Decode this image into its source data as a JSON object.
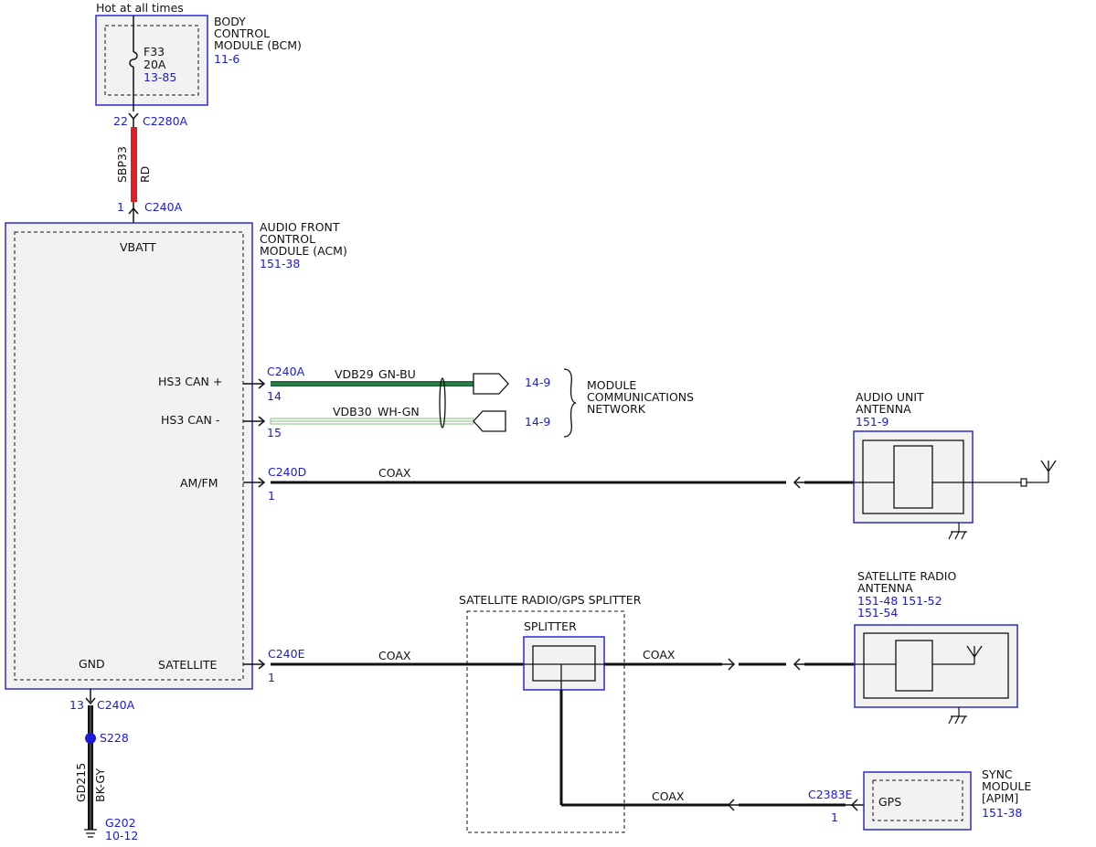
{
  "colors": {
    "ref": "#1a1adb",
    "module_border": "#2a2ad6",
    "module_fill": "#f2f2f2",
    "wire_rd": "#e02020",
    "wire_gn_bu": "#1f6b3a",
    "wire_wh_gn": "#7fbf7f",
    "splice": "#1a1adb"
  },
  "top_label": "Hot at all times",
  "bcm": {
    "name_lines": [
      "BODY",
      "CONTROL",
      "MODULE (BCM)"
    ],
    "ref": "11-6",
    "fuse_name": "F33",
    "fuse_rating": "20A",
    "fuse_ref": "13-85"
  },
  "c2280a": {
    "pin": "22",
    "name": "C2280A"
  },
  "sbp33": {
    "circuit": "SBP33",
    "color": "RD"
  },
  "c240a_top": {
    "pin": "1",
    "name": "C240A"
  },
  "acm": {
    "name_lines": [
      "AUDIO FRONT",
      "CONTROL",
      "MODULE (ACM)"
    ],
    "ref": "151-38",
    "pin_vbatt": "VBATT",
    "pin_hs3p": "HS3 CAN +",
    "pin_hs3m": "HS3 CAN -",
    "pin_amfm": "AM/FM",
    "pin_gnd": "GND",
    "pin_satellite": "SATELLITE"
  },
  "can": {
    "conn_name": "C240A",
    "pin_plus": "14",
    "pin_minus": "15",
    "circuit_plus": "VDB29",
    "color_plus": "GN-BU",
    "circuit_minus": "VDB30",
    "color_minus": "WH-GN",
    "ref_plus": "14-9",
    "ref_minus": "14-9",
    "network_lines": [
      "MODULE",
      "COMMUNICATIONS",
      "NETWORK"
    ]
  },
  "amfm": {
    "conn_name": "C240D",
    "pin": "1",
    "wire": "COAX",
    "antenna_lines": [
      "AUDIO UNIT",
      "ANTENNA"
    ],
    "antenna_ref": "151-9"
  },
  "satellite": {
    "conn_name": "C240E",
    "pin": "1",
    "wire_left": "COAX",
    "wire_right": "COAX",
    "splitter_title": "SATELLITE RADIO/GPS SPLITTER",
    "splitter_name": "SPLITTER",
    "antenna_lines": [
      "SATELLITE RADIO",
      "ANTENNA"
    ],
    "antenna_ref_line1": "151-48 151-52",
    "antenna_ref_line2": "151-54"
  },
  "gps": {
    "wire": "COAX",
    "conn_name": "C2383E",
    "pin": "1",
    "pin_label": "GPS",
    "module_lines": [
      "SYNC",
      "MODULE",
      "[APIM]"
    ],
    "module_ref": "151-38"
  },
  "ground": {
    "pin": "13",
    "conn_name": "C240A",
    "splice": "S228",
    "circuit": "GD215",
    "color": "BK-GY",
    "ground_name": "G202",
    "ground_ref": "10-12"
  }
}
